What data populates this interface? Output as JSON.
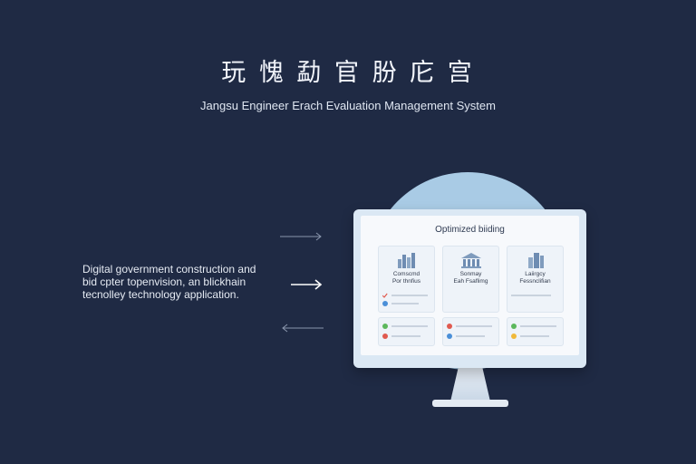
{
  "header": {
    "title_cn": "玩 愧 勐 官 朌 庀 宫",
    "subtitle": "Jangsu Engineer Erach Evaluation Management System"
  },
  "description": {
    "line1": "Digital government construction and",
    "line2": "bid cpter topenvision, an blickhain",
    "line3": "tecnolley technology application."
  },
  "monitor": {
    "screen_title": "Optimized biiding",
    "cards": [
      {
        "label_line1": "Comscmd",
        "label_line2": "Por thnfius",
        "icon": "city-buildings-icon"
      },
      {
        "label_line1": "Sonmay",
        "label_line2": "Eah Fsaflimg",
        "icon": "government-building-icon"
      },
      {
        "label_line1": "Laiirgcy",
        "label_line2": "Fessnclifian",
        "icon": "skyscraper-icon"
      }
    ],
    "status_colors": {
      "green": "#5cb85c",
      "red": "#e05a4f",
      "blue": "#4a8fd8",
      "yellow": "#f0b93a"
    }
  }
}
